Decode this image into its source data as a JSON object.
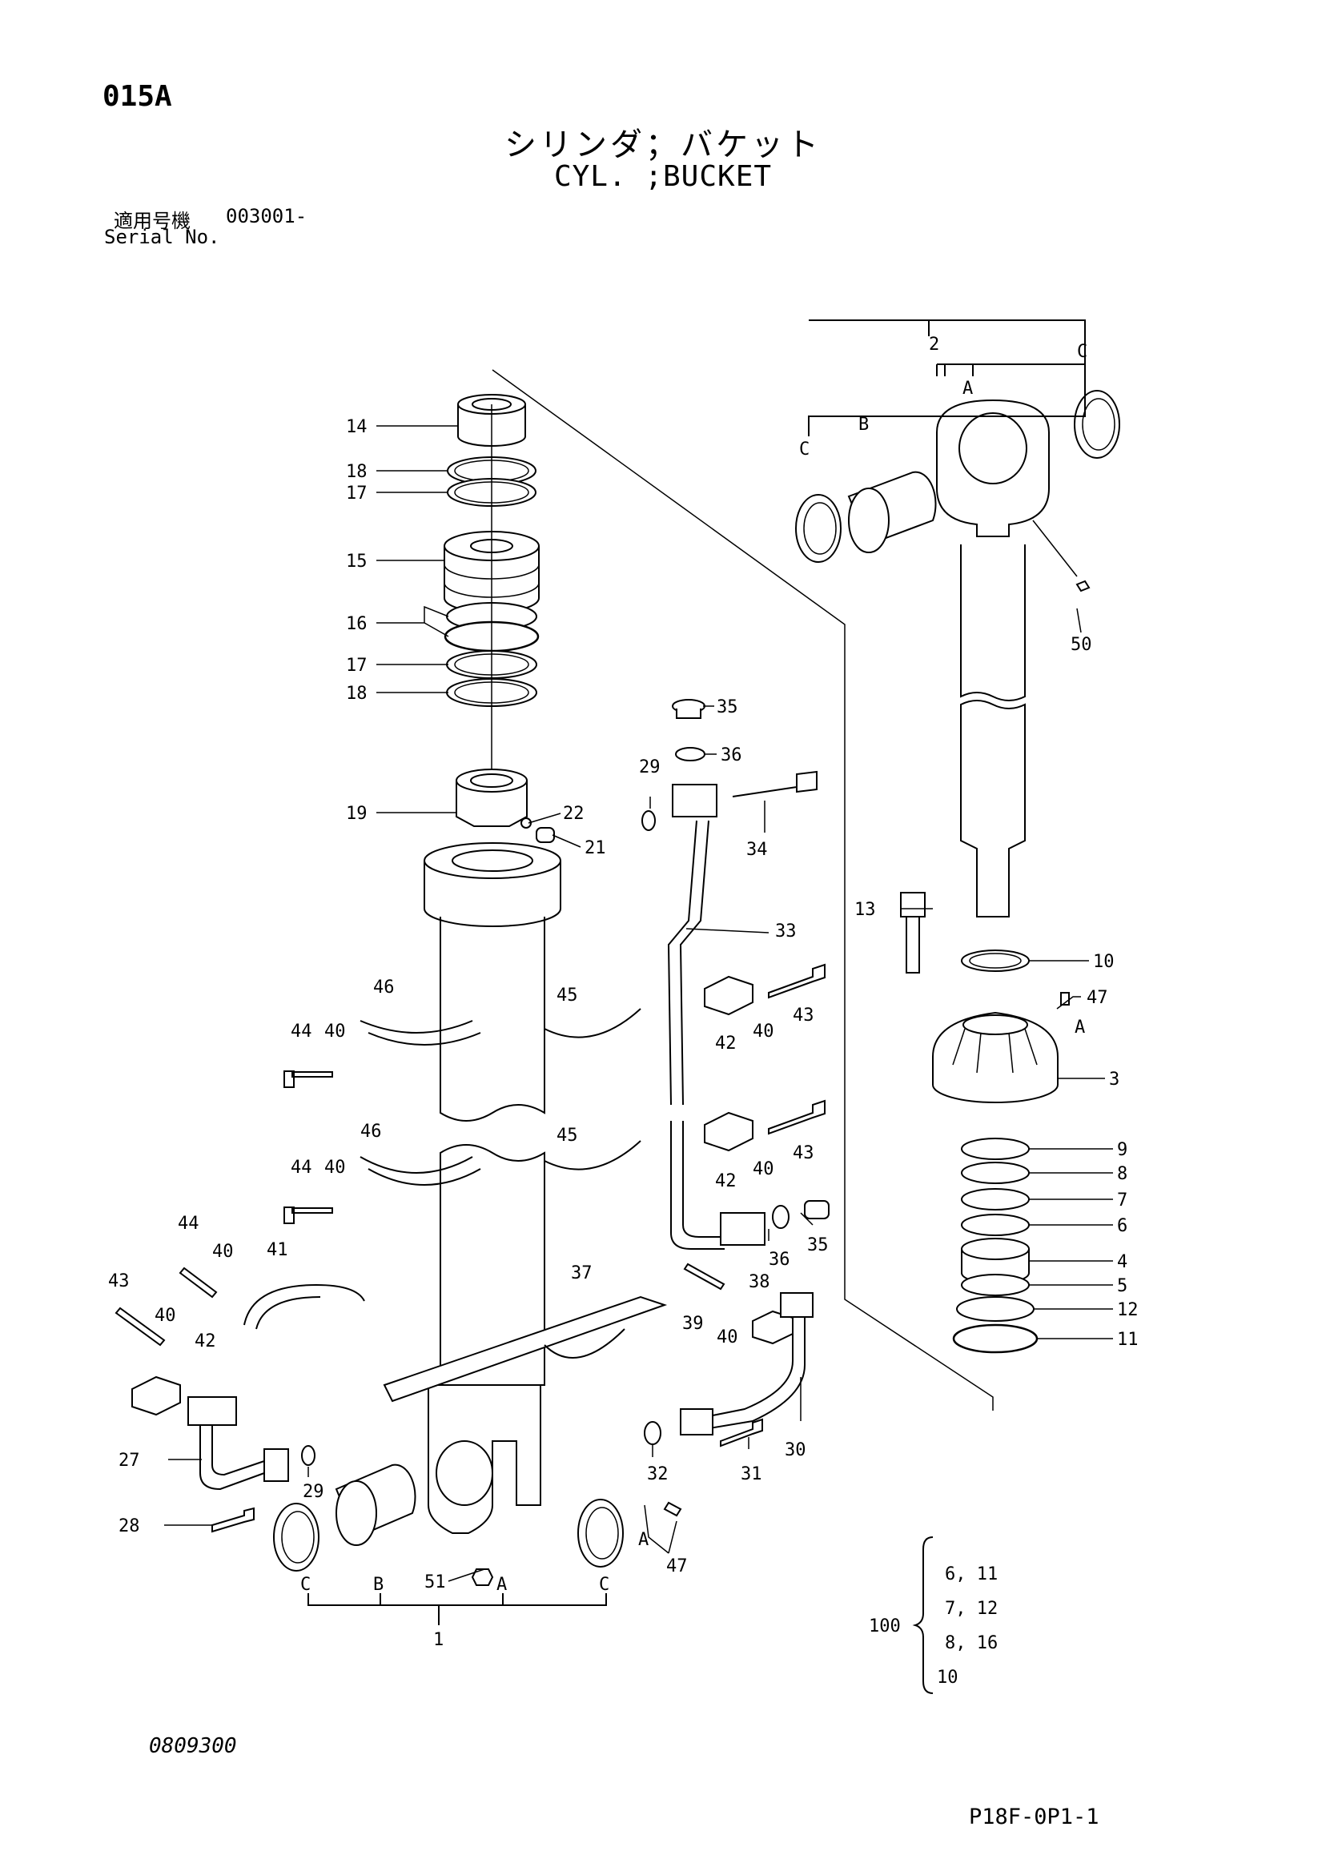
{
  "header": {
    "page_code": "015A",
    "title_jp": "シリンダ；バケット",
    "title_en": "CYL. ;BUCKET",
    "serial_label_jp": "適用号機",
    "serial_value": "003001-",
    "serial_label_en": "Serial No."
  },
  "footer": {
    "drawing_number": "0809300",
    "page_reference": "P18F-0P1-1"
  },
  "callouts": [
    {
      "id": "c14",
      "label": "14"
    },
    {
      "id": "c18a",
      "label": "18"
    },
    {
      "id": "c17a",
      "label": "17"
    },
    {
      "id": "c15",
      "label": "15"
    },
    {
      "id": "c16",
      "label": "16"
    },
    {
      "id": "c17b",
      "label": "17"
    },
    {
      "id": "c18b",
      "label": "18"
    },
    {
      "id": "c19",
      "label": "19"
    },
    {
      "id": "c22",
      "label": "22"
    },
    {
      "id": "c21",
      "label": "21"
    },
    {
      "id": "c35a",
      "label": "35"
    },
    {
      "id": "c36a",
      "label": "36"
    },
    {
      "id": "c29a",
      "label": "29"
    },
    {
      "id": "c34",
      "label": "34"
    },
    {
      "id": "c33",
      "label": "33"
    },
    {
      "id": "c46a",
      "label": "46"
    },
    {
      "id": "c45a",
      "label": "45"
    },
    {
      "id": "c44a",
      "label": "44"
    },
    {
      "id": "c40a",
      "label": "40"
    },
    {
      "id": "c42a",
      "label": "42"
    },
    {
      "id": "c40b",
      "label": "40"
    },
    {
      "id": "c43a",
      "label": "43"
    },
    {
      "id": "c46b",
      "label": "46"
    },
    {
      "id": "c45b",
      "label": "45"
    },
    {
      "id": "c44b",
      "label": "44"
    },
    {
      "id": "c40c",
      "label": "40"
    },
    {
      "id": "c42b",
      "label": "42"
    },
    {
      "id": "c40d",
      "label": "40"
    },
    {
      "id": "c43b",
      "label": "43"
    },
    {
      "id": "c35b",
      "label": "35"
    },
    {
      "id": "c36b",
      "label": "36"
    },
    {
      "id": "c44c",
      "label": "44"
    },
    {
      "id": "c40e",
      "label": "40"
    },
    {
      "id": "c41",
      "label": "41"
    },
    {
      "id": "c43c",
      "label": "43"
    },
    {
      "id": "c40f",
      "label": "40"
    },
    {
      "id": "c42c",
      "label": "42"
    },
    {
      "id": "c37",
      "label": "37"
    },
    {
      "id": "c38",
      "label": "38"
    },
    {
      "id": "c39",
      "label": "39"
    },
    {
      "id": "c40g",
      "label": "40"
    },
    {
      "id": "c27",
      "label": "27"
    },
    {
      "id": "c29b",
      "label": "29"
    },
    {
      "id": "c28",
      "label": "28"
    },
    {
      "id": "c32",
      "label": "32"
    },
    {
      "id": "c31",
      "label": "31"
    },
    {
      "id": "c30",
      "label": "30"
    },
    {
      "id": "c47b",
      "label": "47"
    },
    {
      "id": "cAb",
      "label": "A"
    },
    {
      "id": "c51",
      "label": "51"
    },
    {
      "id": "c1C1",
      "label": "C"
    },
    {
      "id": "c1B",
      "label": "B"
    },
    {
      "id": "c1A",
      "label": "A"
    },
    {
      "id": "c1C2",
      "label": "C"
    },
    {
      "id": "c1",
      "label": "1"
    },
    {
      "id": "c2",
      "label": "2"
    },
    {
      "id": "c2C1",
      "label": "C"
    },
    {
      "id": "c2B",
      "label": "B"
    },
    {
      "id": "c2A",
      "label": "A"
    },
    {
      "id": "c2C2",
      "label": "C"
    },
    {
      "id": "c50",
      "label": "50"
    },
    {
      "id": "c13",
      "label": "13"
    },
    {
      "id": "c10",
      "label": "10"
    },
    {
      "id": "c47a",
      "label": "47"
    },
    {
      "id": "cAa",
      "label": "A"
    },
    {
      "id": "c3",
      "label": "3"
    },
    {
      "id": "c9",
      "label": "9"
    },
    {
      "id": "c8",
      "label": "8"
    },
    {
      "id": "c7",
      "label": "7"
    },
    {
      "id": "c6",
      "label": "6"
    },
    {
      "id": "c4",
      "label": "4"
    },
    {
      "id": "c5",
      "label": "5"
    },
    {
      "id": "c12",
      "label": "12"
    },
    {
      "id": "c11",
      "label": "11"
    }
  ],
  "kit": {
    "number": "100",
    "items": [
      "6, 11",
      "7, 12",
      "8, 16",
      "10"
    ]
  }
}
